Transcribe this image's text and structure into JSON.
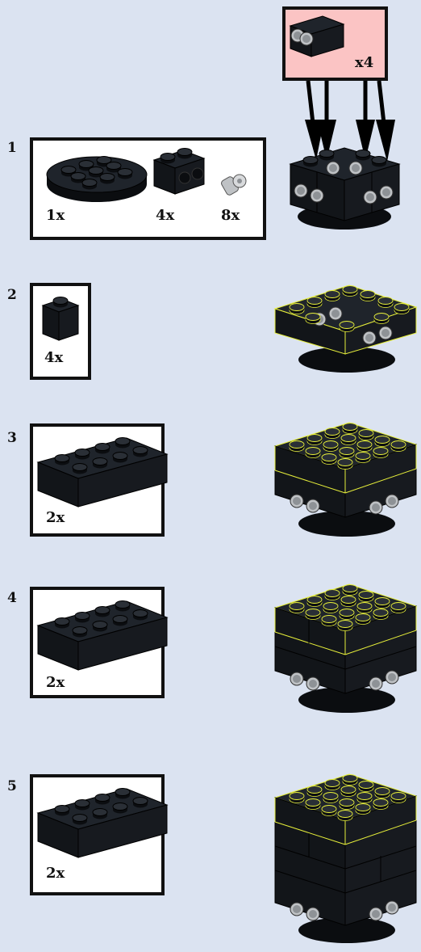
{
  "colors": {
    "background": "#dbe3f1",
    "brick": "#111418",
    "brick_top": "#1c2026",
    "highlight_edge": "#e6ee3a",
    "pin_gray": "#bfc2c5",
    "callout_bg": "#fbc4c4"
  },
  "callout": {
    "quantity": "x4"
  },
  "steps": [
    {
      "number": "1",
      "parts": [
        {
          "name": "round-plate-4x4",
          "qty": "1x"
        },
        {
          "name": "technic-brick-1x2",
          "qty": "4x"
        },
        {
          "name": "technic-pin-half",
          "qty": "8x"
        }
      ]
    },
    {
      "number": "2",
      "parts": [
        {
          "name": "brick-1x1",
          "qty": "4x"
        }
      ]
    },
    {
      "number": "3",
      "parts": [
        {
          "name": "brick-2x4",
          "qty": "2x"
        }
      ]
    },
    {
      "number": "4",
      "parts": [
        {
          "name": "brick-2x4",
          "qty": "2x"
        }
      ]
    },
    {
      "number": "5",
      "parts": [
        {
          "name": "brick-2x4",
          "qty": "2x"
        }
      ]
    }
  ]
}
